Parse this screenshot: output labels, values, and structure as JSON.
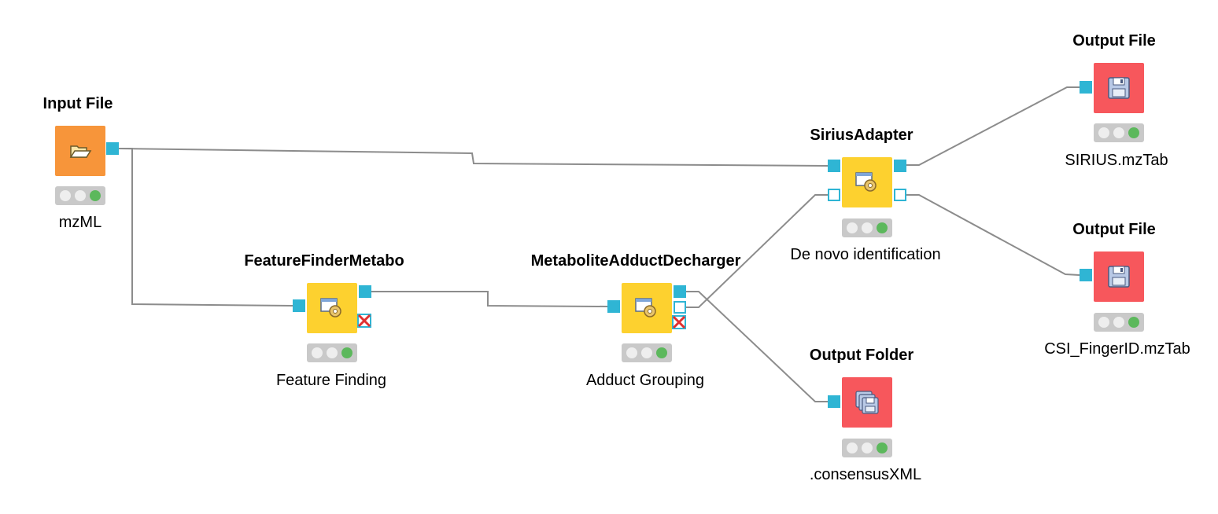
{
  "colors": {
    "input_node": "#f7953a",
    "tool_node": "#fdd12f",
    "output_node": "#f7575c",
    "port": "#2fb5d4",
    "connection": "#8c8c8c",
    "status_light_active": "#5cb85c"
  },
  "nodes": {
    "input_file": {
      "title": "Input File",
      "label": "mzML",
      "icon": "open-folder-icon"
    },
    "feature_finder": {
      "title": "FeatureFinderMetabo",
      "label": "Feature Finding",
      "icon": "tool-gear-icon"
    },
    "adduct_decharger": {
      "title": "MetaboliteAdductDecharger",
      "label": "Adduct Grouping",
      "icon": "tool-gear-icon"
    },
    "sirius_adapter": {
      "title": "SiriusAdapter",
      "label": "De novo identification",
      "icon": "tool-gear-icon"
    },
    "output_sirius": {
      "title": "Output File",
      "label": "SIRIUS.mzTab",
      "icon": "floppy-disk-icon"
    },
    "output_csi": {
      "title": "Output File",
      "label": "CSI_FingerID.mzTab",
      "icon": "floppy-disk-icon"
    },
    "output_folder": {
      "title": "Output Folder",
      "label": ".consensusXML",
      "icon": "multi-floppy-icon"
    }
  }
}
